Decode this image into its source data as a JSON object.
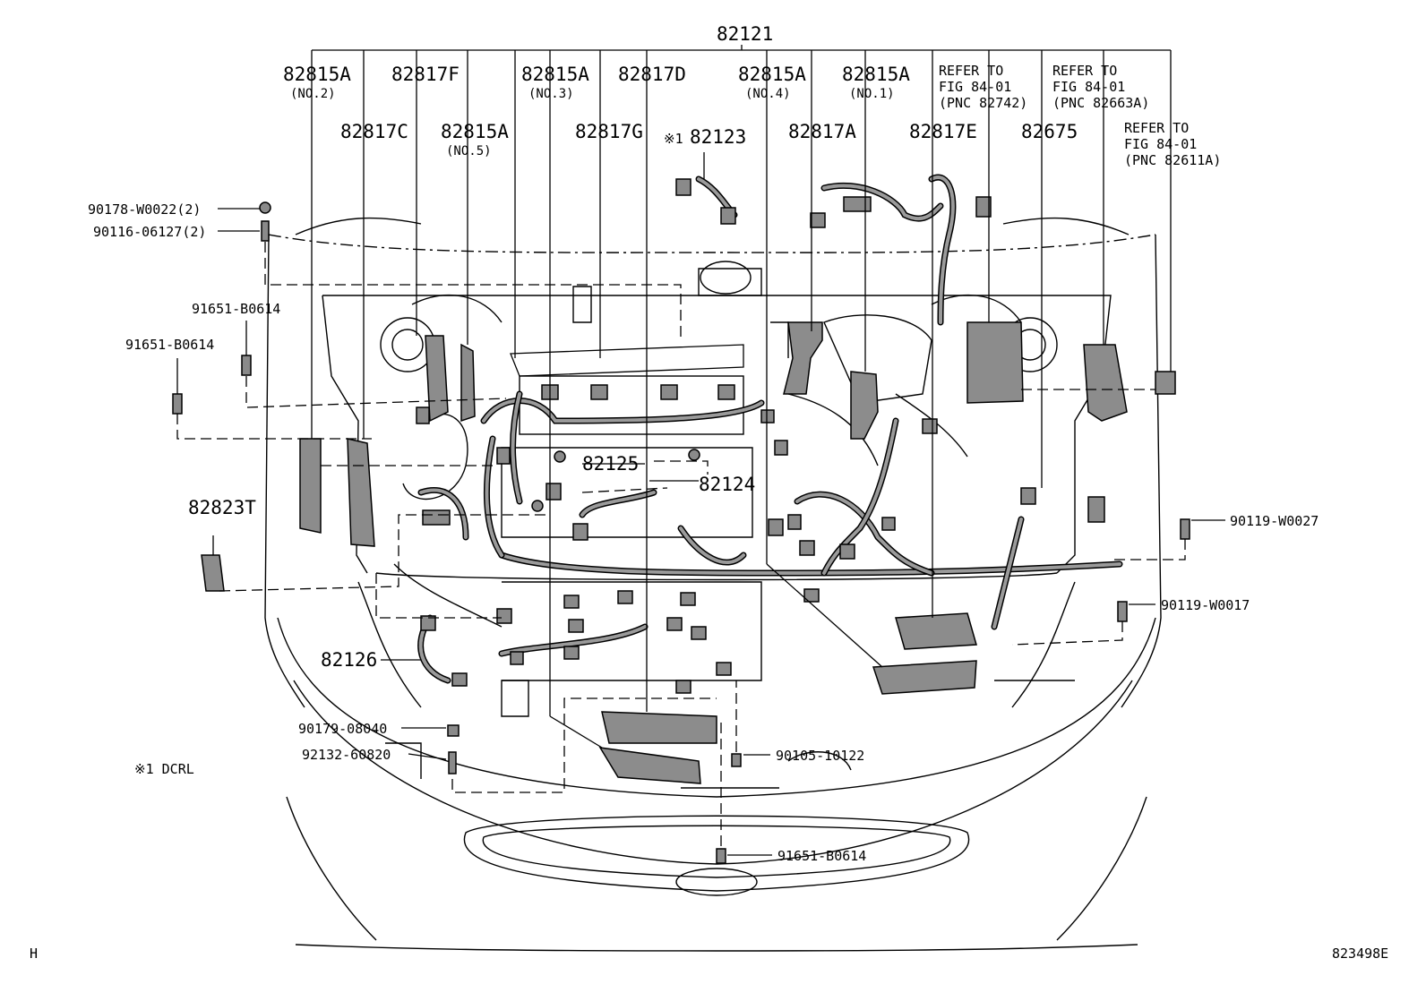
{
  "diagram": {
    "main_part": "82121",
    "labels": {
      "p82815A_2": "82815A",
      "p82815A_2_no": "(NO.2)",
      "p82817F": "82817F",
      "p82815A_3": "82815A",
      "p82815A_3_no": "(NO.3)",
      "p82817D": "82817D",
      "p82815A_4": "82815A",
      "p82815A_4_no": "(NO.4)",
      "p82815A_1": "82815A",
      "p82815A_1_no": "(NO.1)",
      "p82817C": "82817C",
      "p82815A_5": "82815A",
      "p82815A_5_no": "(NO.5)",
      "p82817G": "82817G",
      "p82123_mark": "※1",
      "p82123": "82123",
      "p82817A": "82817A",
      "p82817E": "82817E",
      "p82675": "82675",
      "p82125": "82125",
      "p82124": "82124",
      "p82823T": "82823T",
      "p82126": "82126",
      "b90178": "90178-W0022(2)",
      "b90116": "90116-06127(2)",
      "b91651_a": "91651-B0614",
      "b91651_b": "91651-B0614",
      "b90119_w27": "90119-W0027",
      "b90119_w17": "90119-W0017",
      "b90179": "90179-08040",
      "b92132": "92132-60820",
      "b90105": "90105-10122",
      "b91651_c": "91651-B0614"
    },
    "refers": {
      "r1": [
        "REFER TO",
        "FIG 84-01",
        "(PNC 82742)"
      ],
      "r2": [
        "REFER TO",
        "FIG 84-01",
        "(PNC 82663A)"
      ],
      "r3": [
        "REFER TO",
        "FIG 84-01",
        "(PNC 82611A)"
      ]
    },
    "footnote": "※1 DCRL",
    "corner_left": "H",
    "figure_id": "823498E"
  }
}
